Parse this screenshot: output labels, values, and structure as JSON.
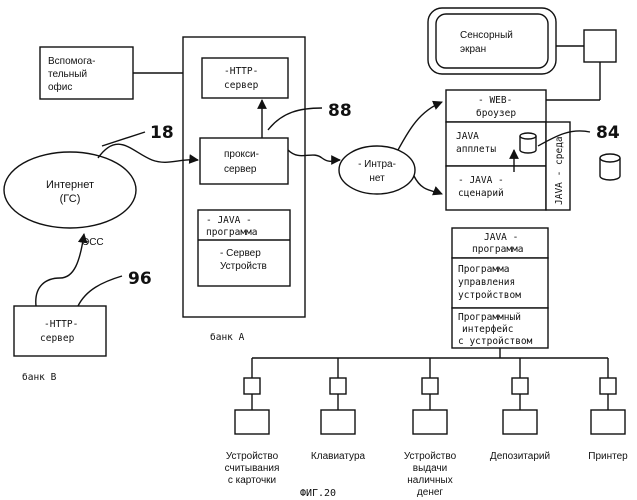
{
  "aux_office": [
    "Вспомога-",
    "тельный",
    "офис"
  ],
  "bank_a": {
    "http_server": [
      "-HTTP-",
      "сервер"
    ],
    "proxy_server": [
      "прокси-",
      "сервер"
    ],
    "java_program": "- JAVA -",
    "java_program_2": "программа",
    "device_server": [
      "- Сервер",
      "Устройств"
    ],
    "label": "банк А"
  },
  "internet": [
    "Интернет",
    "(ГС)"
  ],
  "ecc_label": "ЭСС",
  "bank_b": {
    "http_server": [
      "-HTTP-",
      "сервер"
    ],
    "label": "банк В"
  },
  "intranet": [
    "- Интра-",
    "нет"
  ],
  "refs": {
    "r18": "18",
    "r88": "88",
    "r96": "96",
    "r84": "84"
  },
  "touch_screen": [
    "Сенсорный",
    "экран"
  ],
  "java_env": {
    "web_browser": [
      "- WEB-",
      "броузер"
    ],
    "java_applets": [
      "JAVA",
      "апплеты"
    ],
    "java_script": [
      "- JAVA -",
      "сценарий"
    ],
    "env_label": "JAVA - среда"
  },
  "java_stack": {
    "header": [
      "JAVA -",
      "программа"
    ],
    "device_control": [
      "Программа",
      "управления",
      "устройством"
    ],
    "device_api": [
      "Программный",
      "интерфейс",
      "с устройством"
    ]
  },
  "devices": [
    {
      "label": [
        "Устройство",
        "считывания",
        "с карточки"
      ]
    },
    {
      "label": [
        "Клавиатура"
      ]
    },
    {
      "label": [
        "Устройство",
        "выдачи",
        "наличных",
        "денег"
      ]
    },
    {
      "label": [
        "Депозитарий"
      ]
    },
    {
      "label": [
        "Принтер"
      ]
    }
  ],
  "caption": "ФИГ.20"
}
